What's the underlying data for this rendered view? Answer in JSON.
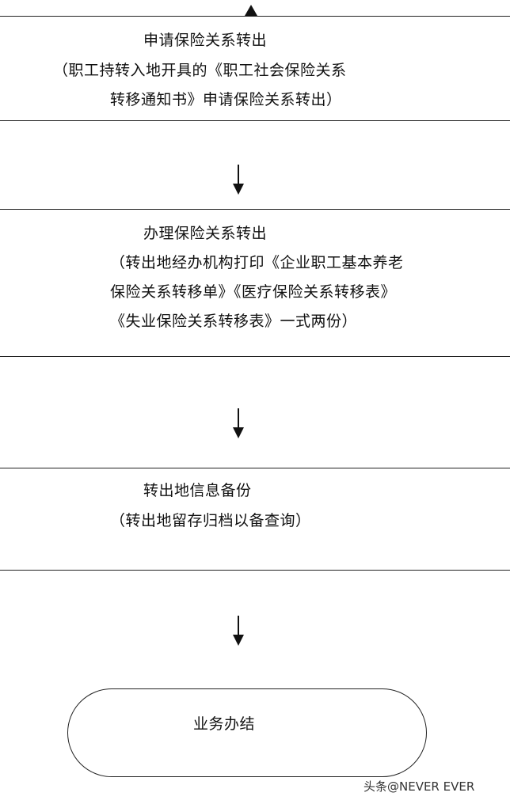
{
  "steps": [
    {
      "lines": [
        "申请保险关系转出",
        "（职工持转入地开具的《职工社会保险关系",
        "转移通知书》申请保险关系转出）"
      ]
    },
    {
      "lines": [
        "办理保险关系转出",
        "（转出地经办机构打印《企业职工基本养老",
        "保险关系转移单》《医疗保险关系转移表》",
        "《失业保险关系转移表》一式两份）"
      ]
    },
    {
      "lines": [
        "转出地信息备份",
        "（转出地留存归档以备查询）"
      ]
    }
  ],
  "end": {
    "label": "业务办结"
  },
  "watermark": "头条@NEVER EVER"
}
